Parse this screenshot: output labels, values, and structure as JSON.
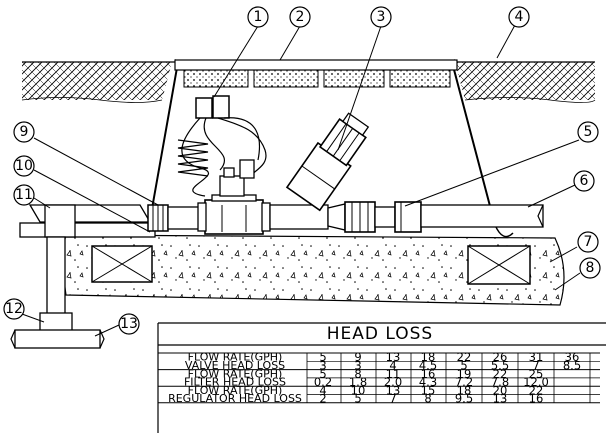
{
  "callouts": [
    "1",
    "2",
    "3",
    "4",
    "5",
    "6",
    "7",
    "8",
    "9",
    "10",
    "11",
    "12",
    "13"
  ],
  "table": {
    "title": "HEAD LOSS",
    "rows": [
      {
        "label": "FLOW RATE(GPH)",
        "values": [
          "5",
          "9",
          "13",
          "18",
          "22",
          "26",
          "31",
          "36"
        ]
      },
      {
        "label": "VALVE HEAD LOSS",
        "values": [
          "3",
          "3",
          "4",
          "4.5",
          "5",
          "5.5",
          "7",
          "8.5"
        ]
      },
      {
        "label": "FLOW RATE(GPH)",
        "values": [
          "5",
          "8",
          "11",
          "16",
          "19",
          "22",
          "25",
          ""
        ]
      },
      {
        "label": "FILTER HEAD LOSS",
        "values": [
          "0.2",
          "1.8",
          "2.0",
          "4.3",
          "7.2",
          "7.8",
          "12.0",
          ""
        ]
      },
      {
        "label": "FLOW RATE(GPH)",
        "values": [
          "4",
          "10",
          "13",
          "15",
          "18",
          "20",
          "22",
          ""
        ]
      },
      {
        "label": "REGULATOR HEAD LOSS",
        "values": [
          "2",
          "5",
          "7",
          "8",
          "9.5",
          "13",
          "16",
          ""
        ]
      }
    ]
  }
}
